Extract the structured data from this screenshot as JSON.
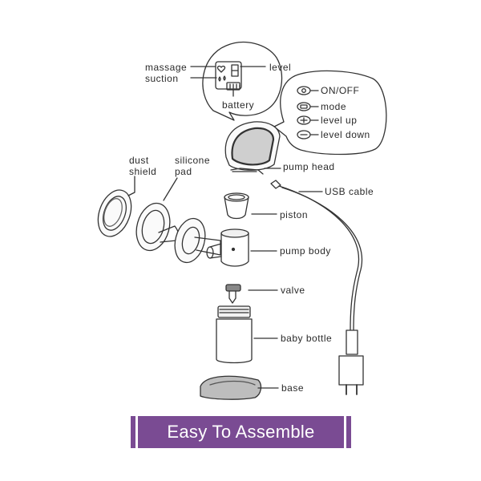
{
  "labels": {
    "massage": "massage",
    "suction": "suction",
    "level": "level",
    "battery": "battery",
    "on_off": "ON/OFF",
    "mode": "mode",
    "level_up": "level up",
    "level_down": "level down",
    "pump_head": "pump head",
    "usb_cable": "USB cable",
    "dust": "dust",
    "shield": "shield",
    "silicone": "silicone",
    "pad": "pad",
    "piston": "piston",
    "pump_body": "pump body",
    "valve": "valve",
    "baby_bottle": "baby bottle",
    "base": "base"
  },
  "banner": {
    "title": "Easy To Assemble",
    "color": "#7a4b93"
  },
  "icons": {
    "massage": "heart-icon",
    "suction": "drops-icon",
    "battery": "battery-icon",
    "on_off": "power-button-icon",
    "mode": "mode-button-icon",
    "level_up": "plus-button-icon",
    "level_down": "minus-button-icon"
  }
}
